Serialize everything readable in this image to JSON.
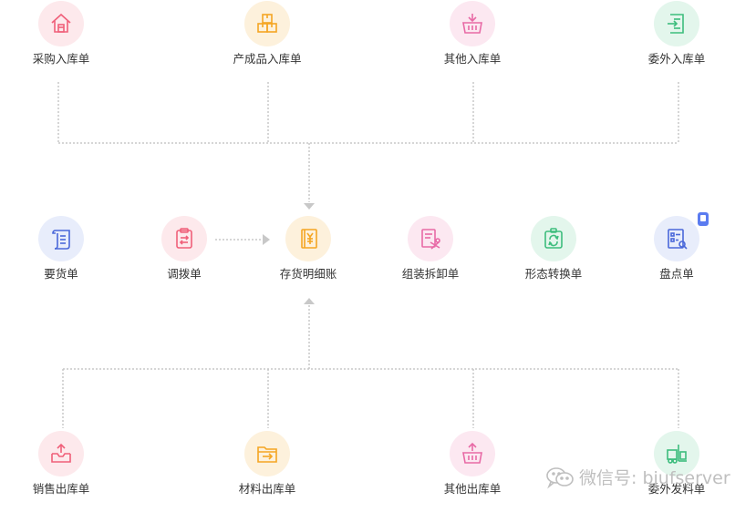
{
  "top_nodes": [
    {
      "label": "采购入库单",
      "icon": "warehouse-house-icon",
      "color": "#f0607a",
      "bg": "#fde9ec"
    },
    {
      "label": "产成品入库单",
      "icon": "boxes-icon",
      "color": "#f5a623",
      "bg": "#fdf1dc"
    },
    {
      "label": "其他入库单",
      "icon": "basket-in-icon",
      "color": "#e86aa6",
      "bg": "#fce8f1"
    },
    {
      "label": "委外入库单",
      "icon": "document-in-icon",
      "color": "#3dbd7d",
      "bg": "#e3f6ec"
    }
  ],
  "middle_nodes": [
    {
      "label": "要货单",
      "icon": "scroll-icon",
      "color": "#4a68d9",
      "bg": "#e8edfb"
    },
    {
      "label": "调拨单",
      "icon": "clipboard-transfer-icon",
      "color": "#f0607a",
      "bg": "#fde9ec"
    },
    {
      "label": "存货明细账",
      "icon": "ledger-yen-icon",
      "color": "#f5a623",
      "bg": "#fdf1dc"
    },
    {
      "label": "组装拆卸单",
      "icon": "assembly-document-icon",
      "color": "#e86aa6",
      "bg": "#fce8f1"
    },
    {
      "label": "形态转换单",
      "icon": "conversion-document-icon",
      "color": "#3dbd7d",
      "bg": "#e3f6ec"
    },
    {
      "label": "盘点单",
      "icon": "inventory-count-icon",
      "color": "#4a68d9",
      "bg": "#e8edfb"
    }
  ],
  "bottom_nodes": [
    {
      "label": "销售出库单",
      "icon": "tray-out-icon",
      "color": "#f0607a",
      "bg": "#fde9ec"
    },
    {
      "label": "材料出库单",
      "icon": "folder-out-icon",
      "color": "#f5a623",
      "bg": "#fdf1dc"
    },
    {
      "label": "其他出库单",
      "icon": "basket-out-icon",
      "color": "#e86aa6",
      "bg": "#fce8f1"
    },
    {
      "label": "委外发料单",
      "icon": "forklift-icon",
      "color": "#3dbd7d",
      "bg": "#e3f6ec"
    }
  ],
  "badge": {
    "icon": "mobile-phone-icon",
    "color": "#5b7cf0"
  },
  "watermark": {
    "icon": "wechat-icon",
    "text": "微信号: bjufserver"
  },
  "line_color": "#c8c8c8"
}
